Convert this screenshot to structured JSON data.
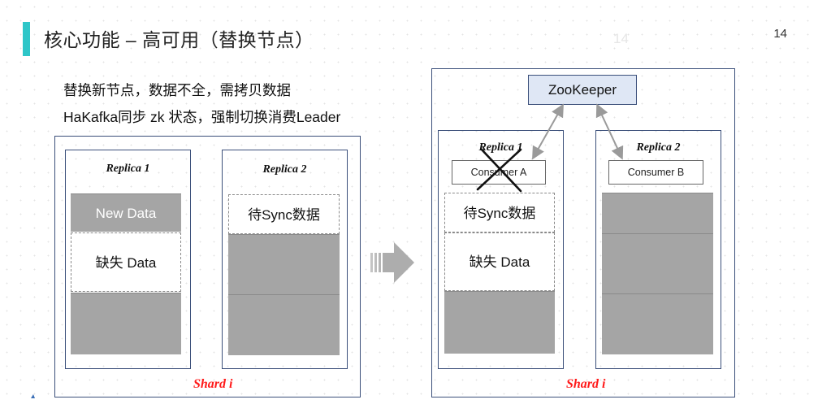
{
  "header": {
    "title": "核心功能 – 高可用（替换节点）",
    "page_number": "14",
    "watermark": "14"
  },
  "bullets": [
    "替换新节点，数据不全，需拷贝数据",
    "HaKafka同步 zk 状态，强制切换消费Leader"
  ],
  "left_shard": {
    "label": "Shard i",
    "replica1": {
      "label": "Replica 1",
      "new_data": "New Data",
      "missing": "缺失 Data"
    },
    "replica2": {
      "label": "Replica 2",
      "pending": "待Sync数据"
    }
  },
  "right_shard": {
    "label": "Shard i",
    "zookeeper": "ZooKeeper",
    "replica1": {
      "label": "Replica 1",
      "consumer": "Consumer A",
      "pending": "待Sync数据",
      "missing": "缺失 Data"
    },
    "replica2": {
      "label": "Replica 2",
      "consumer": "Consumer B"
    }
  },
  "colors": {
    "accent": "#2ec6c8",
    "frame": "#3b4f7a",
    "data_block": "#a5a5a5",
    "shard_label": "#ff1a1a",
    "zookeeper_fill": "#dfe7f5"
  }
}
